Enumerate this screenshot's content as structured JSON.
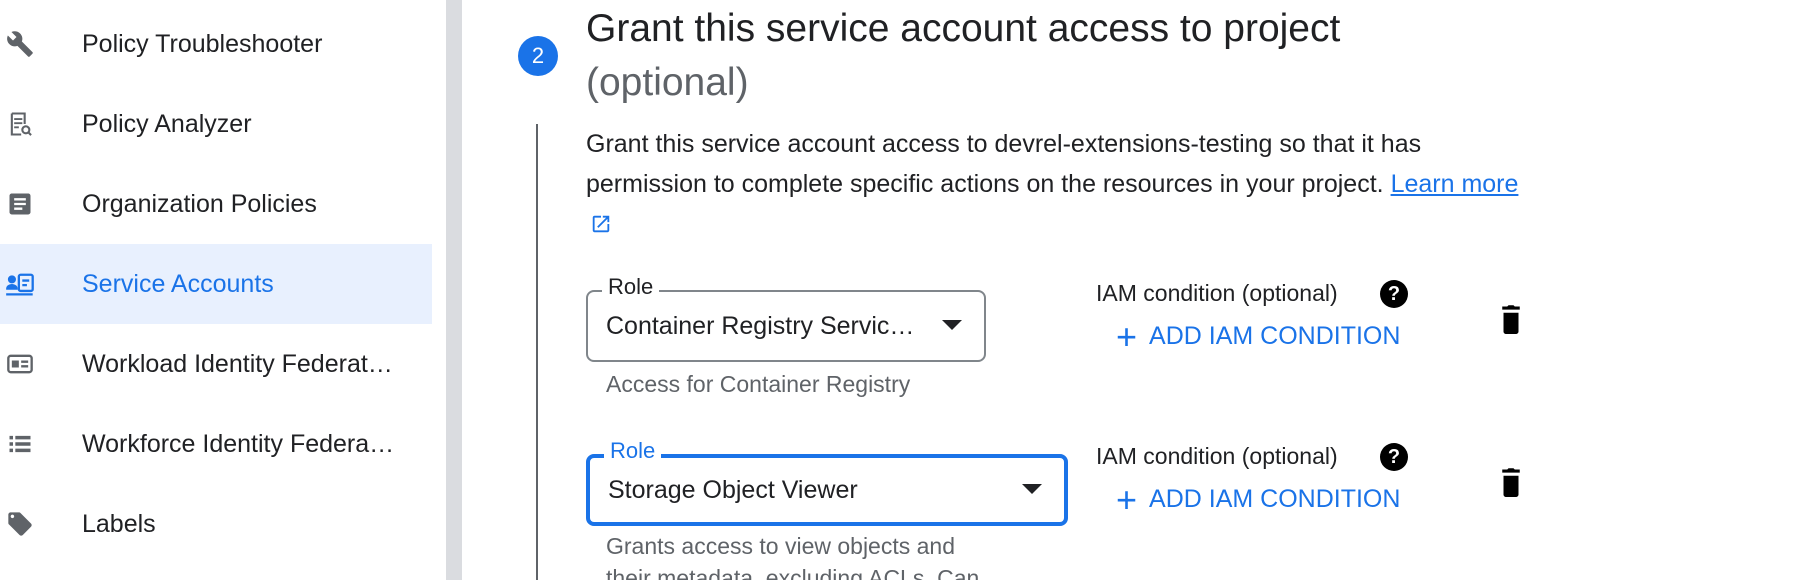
{
  "sidebar": {
    "items": [
      {
        "label": "Policy Troubleshooter",
        "icon": "wrench-icon"
      },
      {
        "label": "Policy Analyzer",
        "icon": "policy-analyzer-icon"
      },
      {
        "label": "Organization Policies",
        "icon": "document-icon"
      },
      {
        "label": "Service Accounts",
        "icon": "service-account-icon"
      },
      {
        "label": "Workload Identity Federat…",
        "icon": "id-card-icon"
      },
      {
        "label": "Workforce Identity Federa…",
        "icon": "list-icon"
      },
      {
        "label": "Labels",
        "icon": "tag-icon"
      }
    ],
    "active_index": 3
  },
  "step": {
    "number": "2",
    "title": "Grant this service account access to project",
    "title_optional": "(optional)",
    "description": "Grant this service account access to devrel-extensions-testing so that it has permission to complete specific actions on the resources in your project.",
    "learn_more_text": "Learn more"
  },
  "roles": [
    {
      "legend": "Role",
      "value": "Container Registry Servic…",
      "helper": "Access for Container Registry",
      "iam_label": "IAM condition (optional)",
      "add_condition": "ADD IAM CONDITION",
      "focused": false
    },
    {
      "legend": "Role",
      "value": "Storage Object Viewer",
      "helper": "Grants access to view objects and their metadata, excluding ACLs. Can",
      "iam_label": "IAM condition (optional)",
      "add_condition": "ADD IAM CONDITION",
      "focused": true
    }
  ],
  "colors": {
    "accent": "#1a73e8",
    "active_bg": "#e8f0fe",
    "text": "#202124",
    "muted": "#5f6368"
  }
}
